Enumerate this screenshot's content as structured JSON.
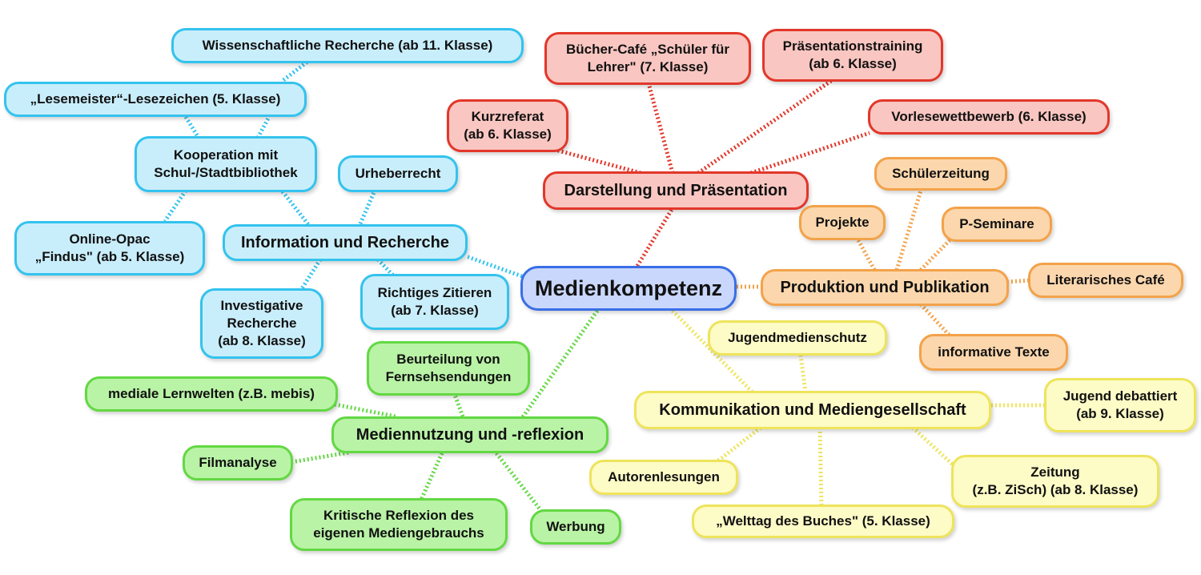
{
  "center": {
    "label": "Medienkompetenz"
  },
  "colors": {
    "blue_fill": "#c9eefb",
    "blue_border": "#33c3ee",
    "red_fill": "#f9c6c1",
    "red_border": "#e2372a",
    "orange_fill": "#fcd7ad",
    "orange_border": "#f3a24a",
    "yellow_fill": "#fdfbc6",
    "yellow_border": "#eee45b",
    "green_fill": "#b9f3a6",
    "green_border": "#63d843",
    "center_fill": "#c9d7fc",
    "center_border": "#3a6ee6"
  },
  "information": {
    "label": "Information und Recherche",
    "urheberrecht": "Urheberrecht",
    "kooperation": "Kooperation mit\nSchul-/Stadtbibliothek",
    "lesemeister": "„Lesemeister“-Lesezeichen (5. Klasse)",
    "wissenschaftlich": "Wissenschaftliche Recherche (ab 11. Klasse)",
    "opac": "Online-Opac\n„Findus\" (ab 5. Klasse)",
    "investigativ": "Investigative\nRecherche\n(ab 8. Klasse)",
    "zitieren": "Richtiges Zitieren\n(ab 7. Klasse)"
  },
  "darstellung": {
    "label": "Darstellung und Präsentation",
    "kurzreferat": "Kurzreferat\n(ab 6. Klasse)",
    "buechercafe": "Bücher-Café „Schüler für\nLehrer\" (7. Klasse)",
    "praesentationstraining": "Präsentationstraining\n(ab 6. Klasse)",
    "vorlesewettbewerb": "Vorlesewettbewerb (6. Klasse)"
  },
  "produktion": {
    "label": "Produktion und Publikation",
    "schuelerzeitung": "Schülerzeitung",
    "projekte": "Projekte",
    "pseminare": "P-Seminare",
    "literarisches_cafe": "Literarisches Café",
    "informative_texte": "informative Texte"
  },
  "kommunikation": {
    "label": "Kommunikation und Mediengesellschaft",
    "jugendmedienschutz": "Jugendmedienschutz",
    "jugend_debattiert": "Jugend debattiert\n(ab 9. Klasse)",
    "zeitung": "Zeitung\n(z.B. ZiSch) (ab 8. Klasse)",
    "welttag": "„Welttag des Buches\" (5. Klasse)",
    "autorenlesungen": "Autorenlesungen"
  },
  "mediennutzung": {
    "label": "Mediennutzung und -reflexion",
    "beurteilung": "Beurteilung von\nFernsehsendungen",
    "lernwelten": "mediale Lernwelten (z.B. mebis)",
    "filmanalyse": "Filmanalyse",
    "kritische_reflexion": "Kritische Reflexion des\neigenen Mediengebrauchs",
    "werbung": "Werbung"
  }
}
